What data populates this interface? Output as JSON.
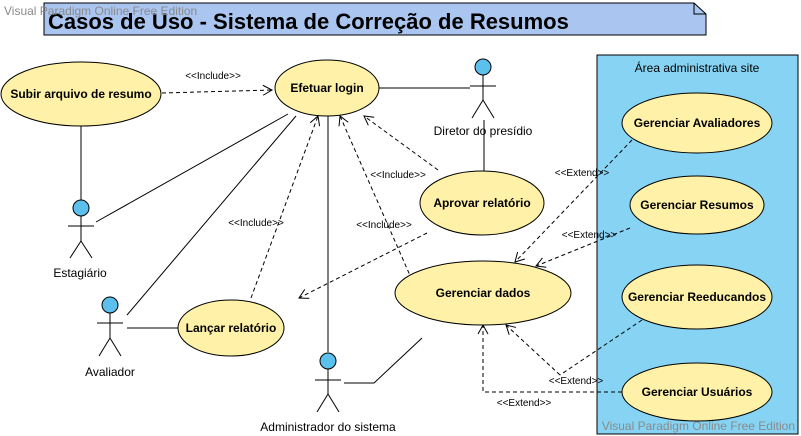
{
  "watermark": "Visual Paradigm Online Free Edition",
  "title": "Casos de Uso - Sistema de Correção de Resumos",
  "boundary": {
    "title": "Área administrativa site"
  },
  "actors": {
    "diretor": "Diretor do presídio",
    "estagiario": "Estagiário",
    "avaliador": "Avaliador",
    "administrador": "Administrador do sistema"
  },
  "use_cases": {
    "subir_arquivo": "Subir arquivo de resumo",
    "efetuar_login": "Efetuar login",
    "aprovar_relatorio": "Aprovar relatório",
    "lancar_relatorio": "Lançar relatório",
    "gerenciar_dados": "Gerenciar dados",
    "gerenciar_avaliadores": "Gerenciar Avaliadores",
    "gerenciar_resumos": "Gerenciar Resumos",
    "gerenciar_reeducandos": "Gerenciar Reeducandos",
    "gerenciar_usuarios": "Gerenciar Usuários"
  },
  "relations": {
    "include": "<<Include>>",
    "extend": "<<Extend>>"
  },
  "colors": {
    "use_case_fill": "#fff2a8",
    "actor_head_fill": "#5bc0eb",
    "boundary_fill": "#87d3f3",
    "title_fill": "#a9c5f0"
  }
}
